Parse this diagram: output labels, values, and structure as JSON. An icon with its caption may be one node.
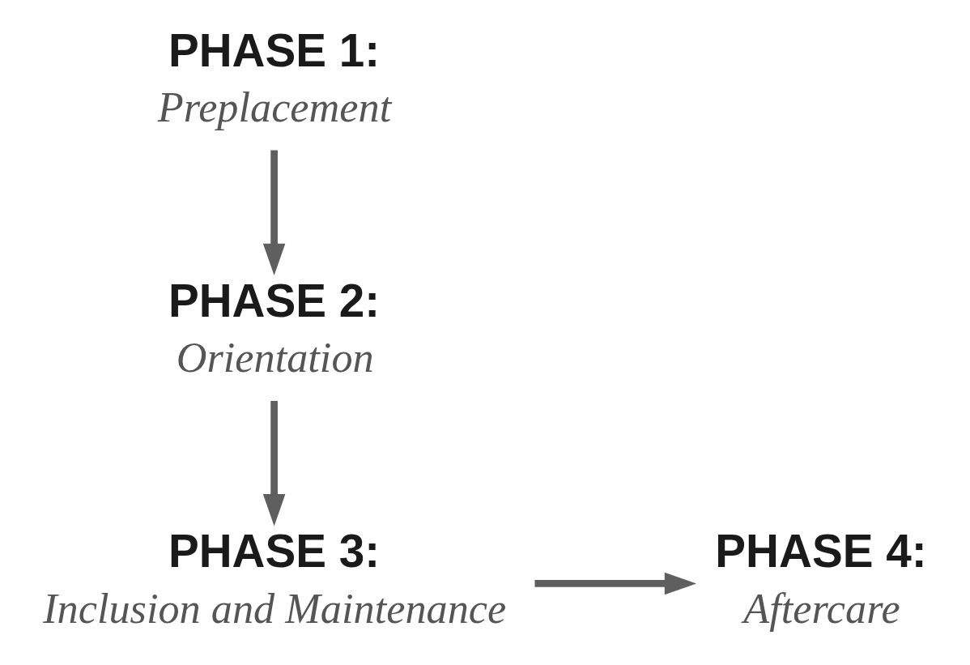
{
  "diagram": {
    "nodes": [
      {
        "text": [
          "PHASE 1:",
          "Preplacement"
        ]
      },
      {
        "text": [
          "PHASE 2:",
          "Orientation"
        ]
      },
      {
        "text": [
          "PHASE 3:",
          "Inclusion and Maintenance"
        ]
      },
      {
        "text": [
          "PHASE 4:",
          "Aftercare"
        ]
      }
    ],
    "edges": [
      {
        "from": 0,
        "to": 1,
        "arrow": "to"
      },
      {
        "from": 1,
        "to": 2,
        "arrow": "to"
      },
      {
        "from": 2,
        "to": 3,
        "arrow": "to"
      }
    ]
  }
}
